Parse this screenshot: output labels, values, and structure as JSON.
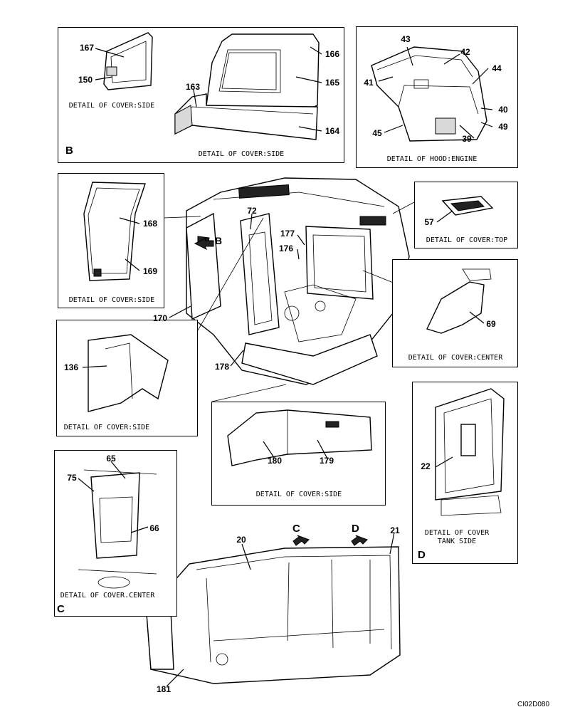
{
  "panels": {
    "B1": {
      "caption": "DETAIL OF COVER:SIDE",
      "letter": "B"
    },
    "B2": {
      "caption": "DETAIL OF COVER:SIDE"
    },
    "hood": {
      "caption": "DETAIL OF HOOD:ENGINE"
    },
    "side168": {
      "caption": "DETAIL OF COVER:SIDE"
    },
    "top": {
      "caption": "DETAIL OF COVER:TOP"
    },
    "center69": {
      "caption": "DETAIL OF COVER:CENTER"
    },
    "side136": {
      "caption": "DETAIL OF COVER:SIDE"
    },
    "side180": {
      "caption": "DETAIL OF COVER:SIDE"
    },
    "centerC": {
      "caption": "DETAIL OF COVER.CENTER",
      "letter": "C"
    },
    "tankD": {
      "caption_line1": "DETAIL OF COVER",
      "caption_line2": "TANK SIDE",
      "letter": "D"
    }
  },
  "main_arrow_label": "B",
  "view_arrows": {
    "c": "C",
    "d": "D"
  },
  "part_numbers": {
    "p167": "167",
    "p150": "150",
    "p166": "166",
    "p165": "165",
    "p163": "163",
    "p164": "164",
    "p43": "43",
    "p42": "42",
    "p44": "44",
    "p41": "41",
    "p40": "40",
    "p49": "49",
    "p45": "45",
    "p39": "39",
    "p168": "168",
    "p169": "169",
    "p170": "170",
    "p72": "72",
    "p177": "177",
    "p176": "176",
    "p178": "178",
    "p57": "57",
    "p69": "69",
    "p136": "136",
    "p180": "180",
    "p179": "179",
    "p65": "65",
    "p75": "75",
    "p66": "66",
    "p22": "22",
    "p20": "20",
    "p21": "21",
    "p181": "181"
  },
  "drawing_code": "CI02D080"
}
